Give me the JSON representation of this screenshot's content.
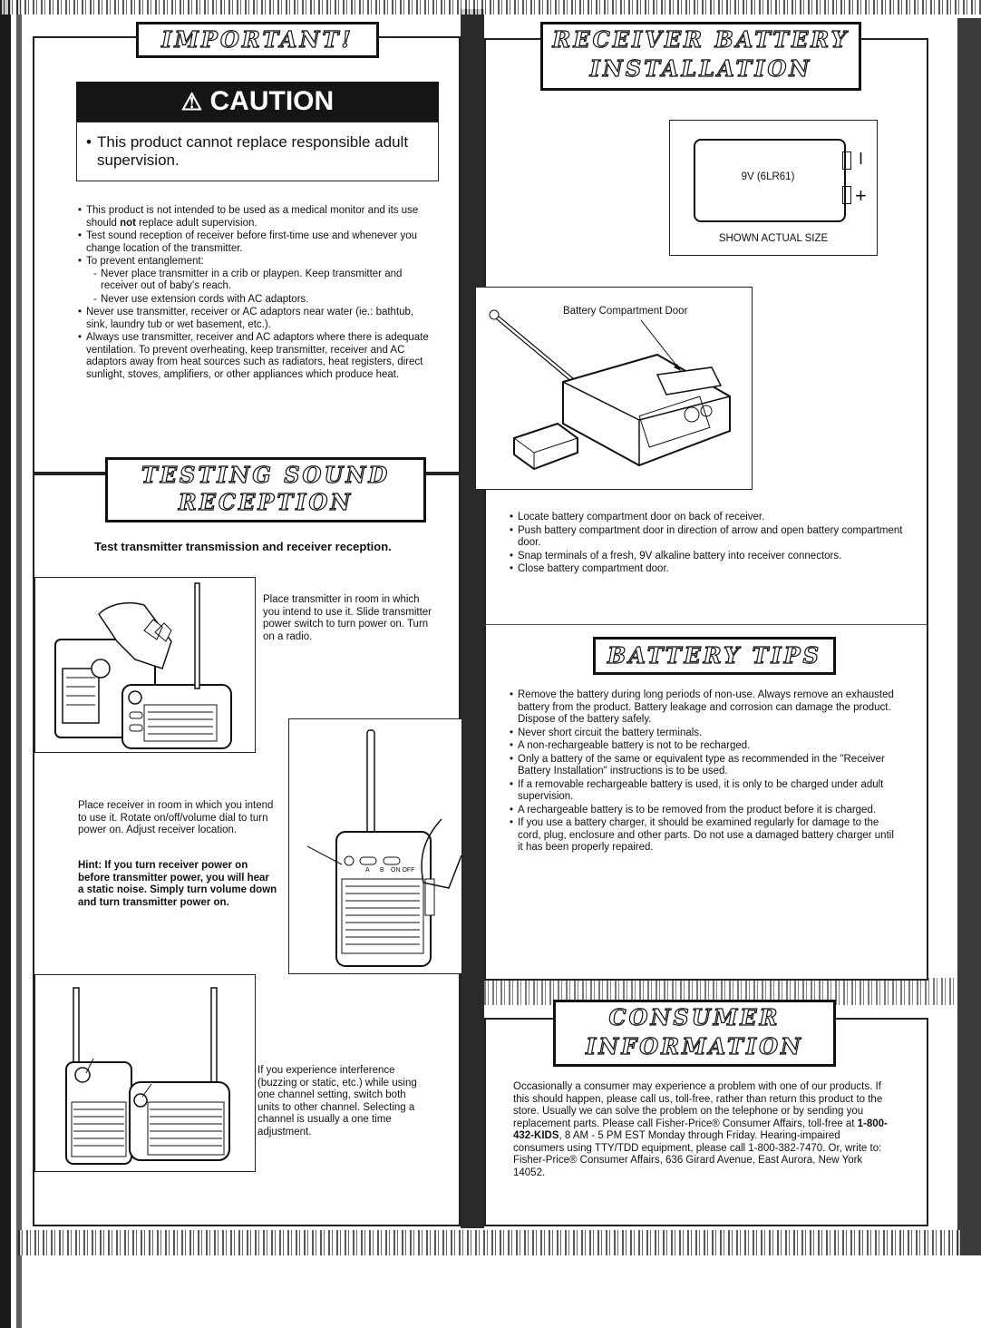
{
  "important": {
    "heading": "IMPORTANT!",
    "caution_label": "CAUTION",
    "caution_text": "This product cannot replace responsible adult supervision.",
    "bullets": [
      {
        "pre": "This product is not intended to be used as a medical monitor and its use should ",
        "strong": "not",
        "post": " replace adult supervision."
      },
      {
        "pre": "Test sound reception of receiver before first-time use and whenever you change location of the transmitter.",
        "strong": "",
        "post": ""
      },
      {
        "pre": "To prevent entanglement:",
        "strong": "",
        "post": ""
      }
    ],
    "sub_bullets": [
      "Never place transmitter in a crib or playpen. Keep transmitter and receiver out of baby's reach.",
      "Never use extension cords with AC adaptors."
    ],
    "bullets2": [
      "Never use transmitter, receiver or AC adaptors near water (ie.: bathtub, sink, laundry tub or wet basement, etc.).",
      "Always use transmitter, receiver and AC adaptors where there is adequate ventilation. To prevent overheating, keep transmitter, receiver and AC adaptors away from heat sources such as radiators, heat registers, direct sunlight, stoves, amplifiers, or other appliances which produce heat."
    ]
  },
  "testing": {
    "heading_line1": "TESTING SOUND",
    "heading_line2": "RECEPTION",
    "subtitle": "Test transmitter transmission and receiver reception.",
    "step1": "Place transmitter in room in which you intend to use it. Slide transmitter power switch to turn power on. Turn on a radio.",
    "step2": "Place receiver in room in which you intend to use it. Rotate on/off/volume dial to turn power on. Adjust receiver location.",
    "hint": "Hint: If you turn receiver power on before transmitter power, you will hear a static noise. Simply turn volume down and turn transmitter power on.",
    "step3": "If you experience interference (buzzing or static, etc.) while using one channel setting, switch both units to other channel. Selecting a channel is usually a one time adjustment."
  },
  "receiver_battery": {
    "heading_line1": "RECEIVER BATTERY",
    "heading_line2": "INSTALLATION",
    "battery_label": "9V (6LR61)",
    "shown_label": "SHOWN ACTUAL SIZE",
    "door_label": "Battery Compartment Door",
    "steps": [
      "Locate battery compartment door on back of receiver.",
      "Push battery compartment door in direction of arrow and open battery compartment door.",
      "Snap terminals of a fresh, 9V alkaline battery into receiver connectors.",
      "Close battery compartment door."
    ]
  },
  "battery_tips": {
    "heading": "BATTERY TIPS",
    "tips": [
      "Remove the battery during long periods of non-use. Always remove an exhausted battery from the product. Battery leakage and corrosion can damage the product. Dispose of the battery safely.",
      "Never short circuit the battery terminals.",
      "A non-rechargeable battery is not to be recharged.",
      "Only a battery of the same or equivalent type as recommended in the \"Receiver Battery Installation\" instructions is to be used.",
      "If a removable rechargeable battery is used, it is only to be charged under adult supervision.",
      "A rechargeable battery is to be removed from the product before it is charged.",
      "If you use a battery charger, it should be examined regularly for damage to the cord, plug, enclosure and other parts. Do not use a damaged battery charger until it has been properly repaired."
    ]
  },
  "consumer": {
    "heading_line1": "CONSUMER",
    "heading_line2": "INFORMATION",
    "body_pre": "Occasionally a consumer may experience a problem with one of our products. If this should happen, please call us, toll-free, rather than return this product to the store. Usually we can solve the problem on the telephone or by sending you replacement parts. Please call Fisher-Price® Consumer Affairs, toll-free at ",
    "phone": "1-800-432-KIDS",
    "body_post": ", 8 AM - 5 PM EST Monday through Friday. Hearing-impaired consumers using TTY/TDD equipment, please call 1-800-382-7470. Or, write to: Fisher-Price® Consumer Affairs, 636 Girard Avenue, East Aurora, New York 14052."
  },
  "device_labels": {
    "ch_a": "A",
    "ch_b": "B",
    "on_off": "ON OFF",
    "plus": "+",
    "minus": "I"
  }
}
